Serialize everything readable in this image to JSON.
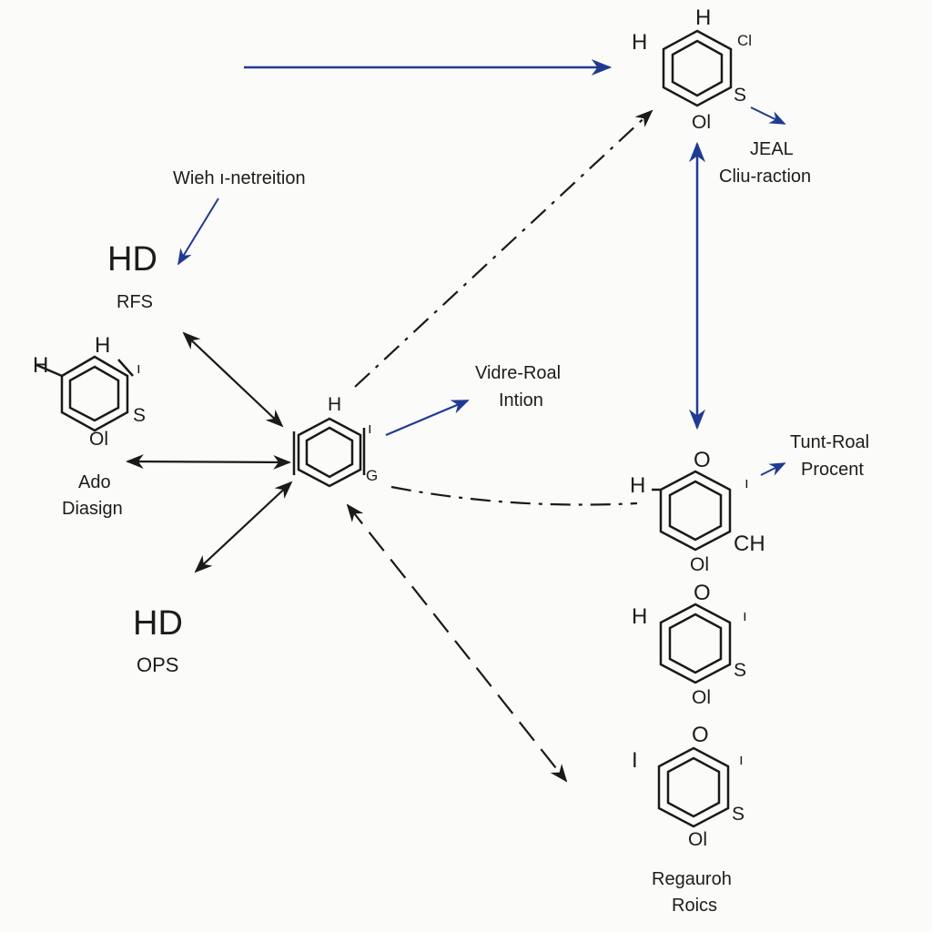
{
  "colors": {
    "ink": "#1a1a1a",
    "accent": "#1f3a93",
    "background": "#fbfbf9"
  },
  "labels": {
    "wieh_netreition": "Wieh ı-netreition",
    "hd_top": "HD",
    "rfs": "RFS",
    "ado": "Ado",
    "diasign": "Diasign",
    "hd_bottom": "HD",
    "ops": "OPS",
    "vidre_roal": "Vidre-Roal",
    "intion": "Intion",
    "jeal": "JEAL",
    "cliu_raction": "Cliu-raction",
    "tunt_roal": "Tunt-Roal",
    "procent": "Procent",
    "regauroh": "Regauroh",
    "roics": "Roics"
  },
  "molecules": {
    "top_right": {
      "left": "H",
      "top": "H",
      "top_right": "Cl",
      "right": "S",
      "bottom": "Ol"
    },
    "left": {
      "left": "H",
      "top": "H",
      "top_right": "ı",
      "right": "S",
      "bottom": "Ol"
    },
    "center": {
      "top": "H",
      "top_right": "ı",
      "right": "G"
    },
    "right_1": {
      "left": "H",
      "top": "O",
      "top_right": "ı",
      "right": "CH",
      "bottom": "Ol"
    },
    "right_2": {
      "left": "H",
      "top": "O",
      "top_right": "ı",
      "right": "S",
      "bottom": "Ol"
    },
    "right_3": {
      "left": "I",
      "top": "O",
      "top_right": "ı",
      "right": "S",
      "bottom": "Ol"
    }
  }
}
